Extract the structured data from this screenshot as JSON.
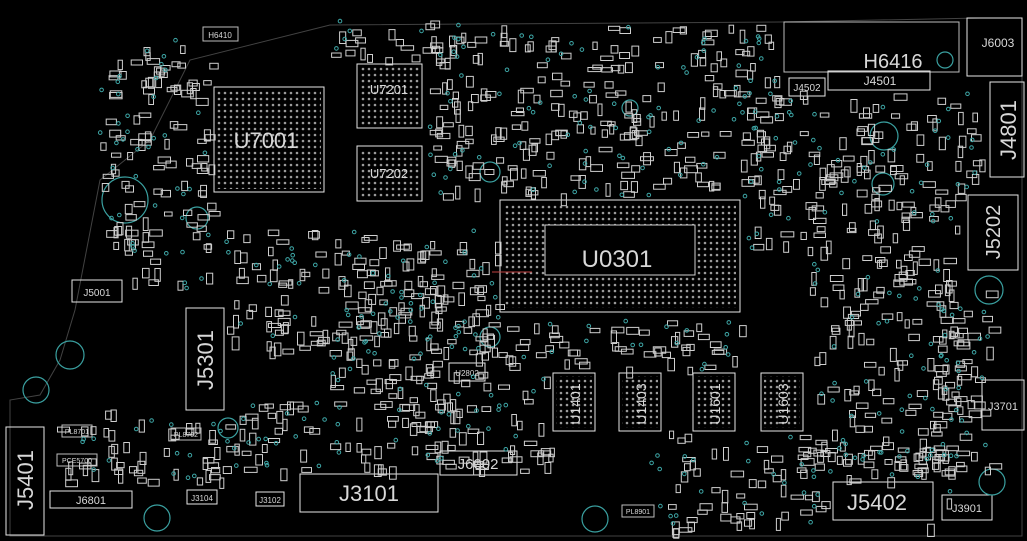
{
  "labels": {
    "u7001": "U7001",
    "u7201": "U7201",
    "u7202": "U7202",
    "u0301": "U0301",
    "j5301": "J5301",
    "j5401": "J5401",
    "j3101": "J3101",
    "j6002": "J6002",
    "j5402": "J5402",
    "j5202": "J5202",
    "j4801": "J4801",
    "h6416": "H6416",
    "j4501": "J4501",
    "j4502": "J4502",
    "j6003": "J6003",
    "j3701": "J3701",
    "j3901": "J3901",
    "j5001": "J5001",
    "j6801": "J6801",
    "j3104": "J3104",
    "j3102": "J3102",
    "h6410": "H6410",
    "u1401": "U1401",
    "u1403": "U1403",
    "u1601": "U1601",
    "u1603": "U1603",
    "u2802": "U2802",
    "pl8701": "PL8701",
    "pl8702": "PL8702",
    "pl8901": "PL8901",
    "pce5700": "PCE5700"
  },
  "colors": {
    "background": "#000000",
    "silk": "#e0e0e0",
    "via": "#3ea7a7"
  }
}
